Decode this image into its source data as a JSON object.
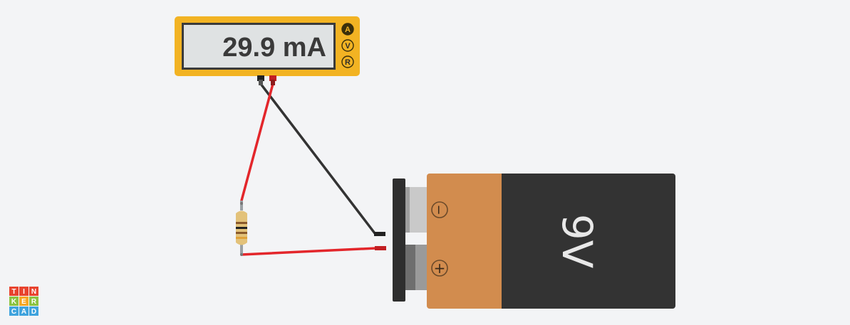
{
  "multimeter": {
    "reading": "29.9 mA",
    "modes": [
      "A",
      "V",
      "R"
    ],
    "active_mode": "A"
  },
  "battery": {
    "label": "9V",
    "terminal_negative": "−",
    "terminal_positive": "+"
  },
  "logo": {
    "letters": [
      "T",
      "I",
      "N",
      "K",
      "E",
      "R",
      "C",
      "A",
      "D"
    ]
  },
  "colors": {
    "background": "#f3f4f6",
    "multimeter_body": "#f2b323",
    "lcd": "#dfe2e3",
    "wire_red": "#e3262b",
    "wire_black": "#333333",
    "battery_orange": "#d28c4e",
    "battery_dark": "#333333"
  }
}
